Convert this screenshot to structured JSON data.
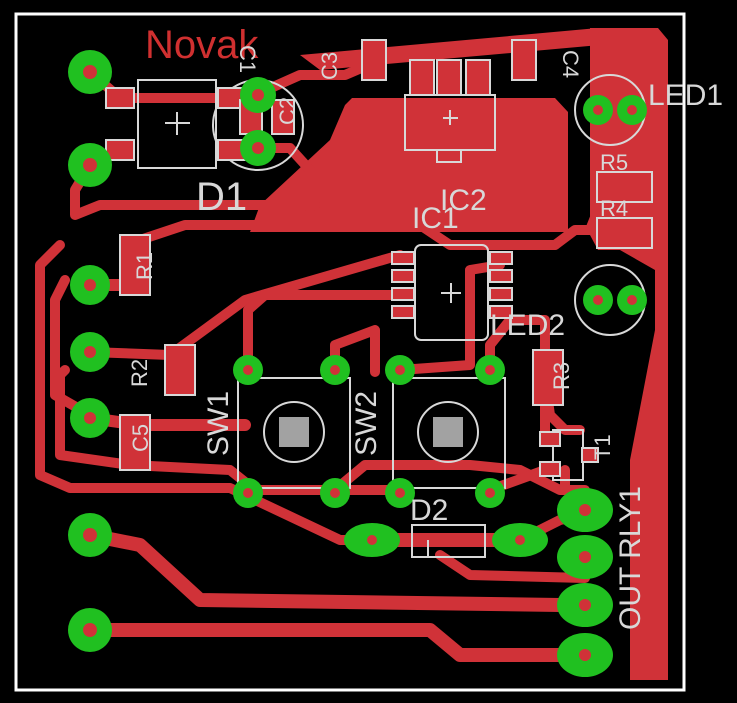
{
  "board": {
    "brand_label": "Novak",
    "colors": {
      "background": "#000000",
      "copper": "#d03238",
      "pad": "#20c020",
      "silkscreen": "#d8d8d8",
      "outline": "#ffffff"
    }
  },
  "labels": {
    "c1": "C1",
    "c2": "C2",
    "c3": "C3",
    "c4": "C4",
    "c5": "C5",
    "d1": "D1",
    "d2": "D2",
    "ic1": "IC1",
    "ic2": "IC2",
    "led1": "LED1",
    "led2": "LED2",
    "r1": "R1",
    "r2": "R2",
    "r3": "R3",
    "r4": "R4",
    "r5": "R5",
    "sw1": "SW1",
    "sw2": "SW2",
    "t1": "T1",
    "rly1": "OUT RLY1"
  }
}
